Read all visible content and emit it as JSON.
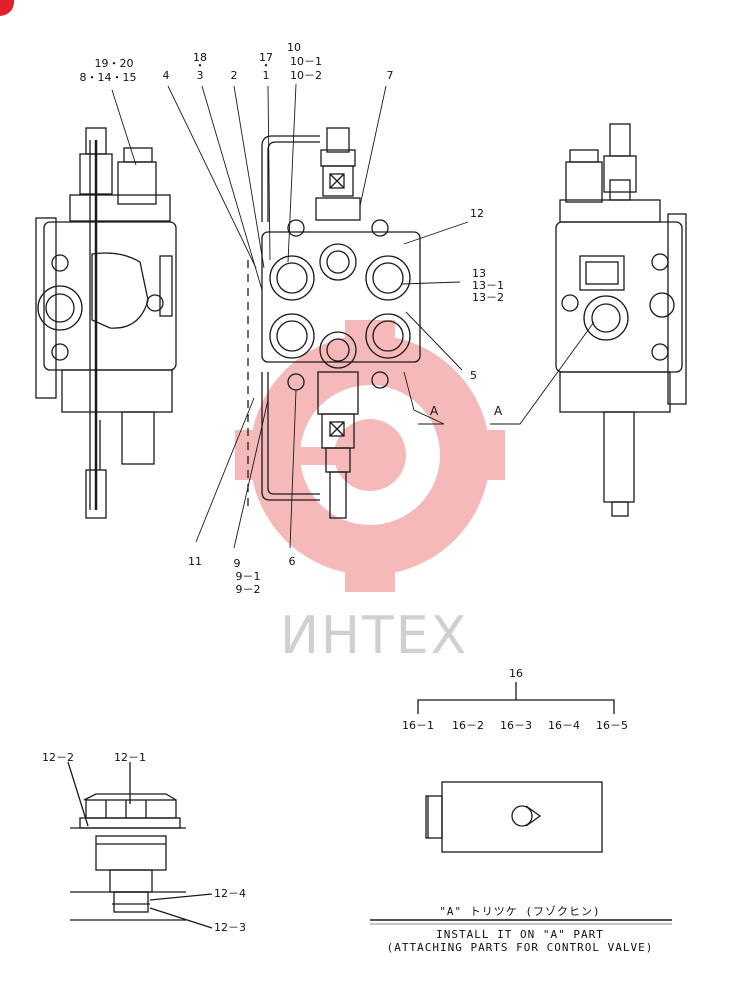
{
  "watermark": {
    "text": "ИНТЕХ",
    "color": "#f08080"
  },
  "callouts": {
    "c19_20": "19・20",
    "c8_14_15": "8・14・15",
    "c4": "4",
    "c18": "18",
    "c18dot": "・",
    "c3": "3",
    "c2": "2",
    "c17": "17",
    "c17dot": "・",
    "c1": "1",
    "c10": "10",
    "c10_1": "10－1",
    "c10_2": "10－2",
    "c7": "7",
    "c12": "12",
    "c13": "13",
    "c13_1": "13－1",
    "c13_2": "13－2",
    "c5": "5",
    "cA1": "A",
    "cA2": "A",
    "c11": "11",
    "c9": "9",
    "c9_1": "9－1",
    "c9_2": "9－2",
    "c6": "6",
    "c16": "16",
    "c16_1": "16－1",
    "c16_2": "16－2",
    "c16_3": "16－3",
    "c16_4": "16－4",
    "c16_5": "16－5",
    "c12_2": "12－2",
    "c12_1": "12－1",
    "c12_4": "12－4",
    "c12_3": "12－3"
  },
  "caption": {
    "japanese": "\"A\" トリツケ (フゾクヒン)",
    "line1": "INSTALL IT ON \"A\" PART",
    "line2": "(ATTACHING PARTS FOR CONTROL VALVE)"
  }
}
